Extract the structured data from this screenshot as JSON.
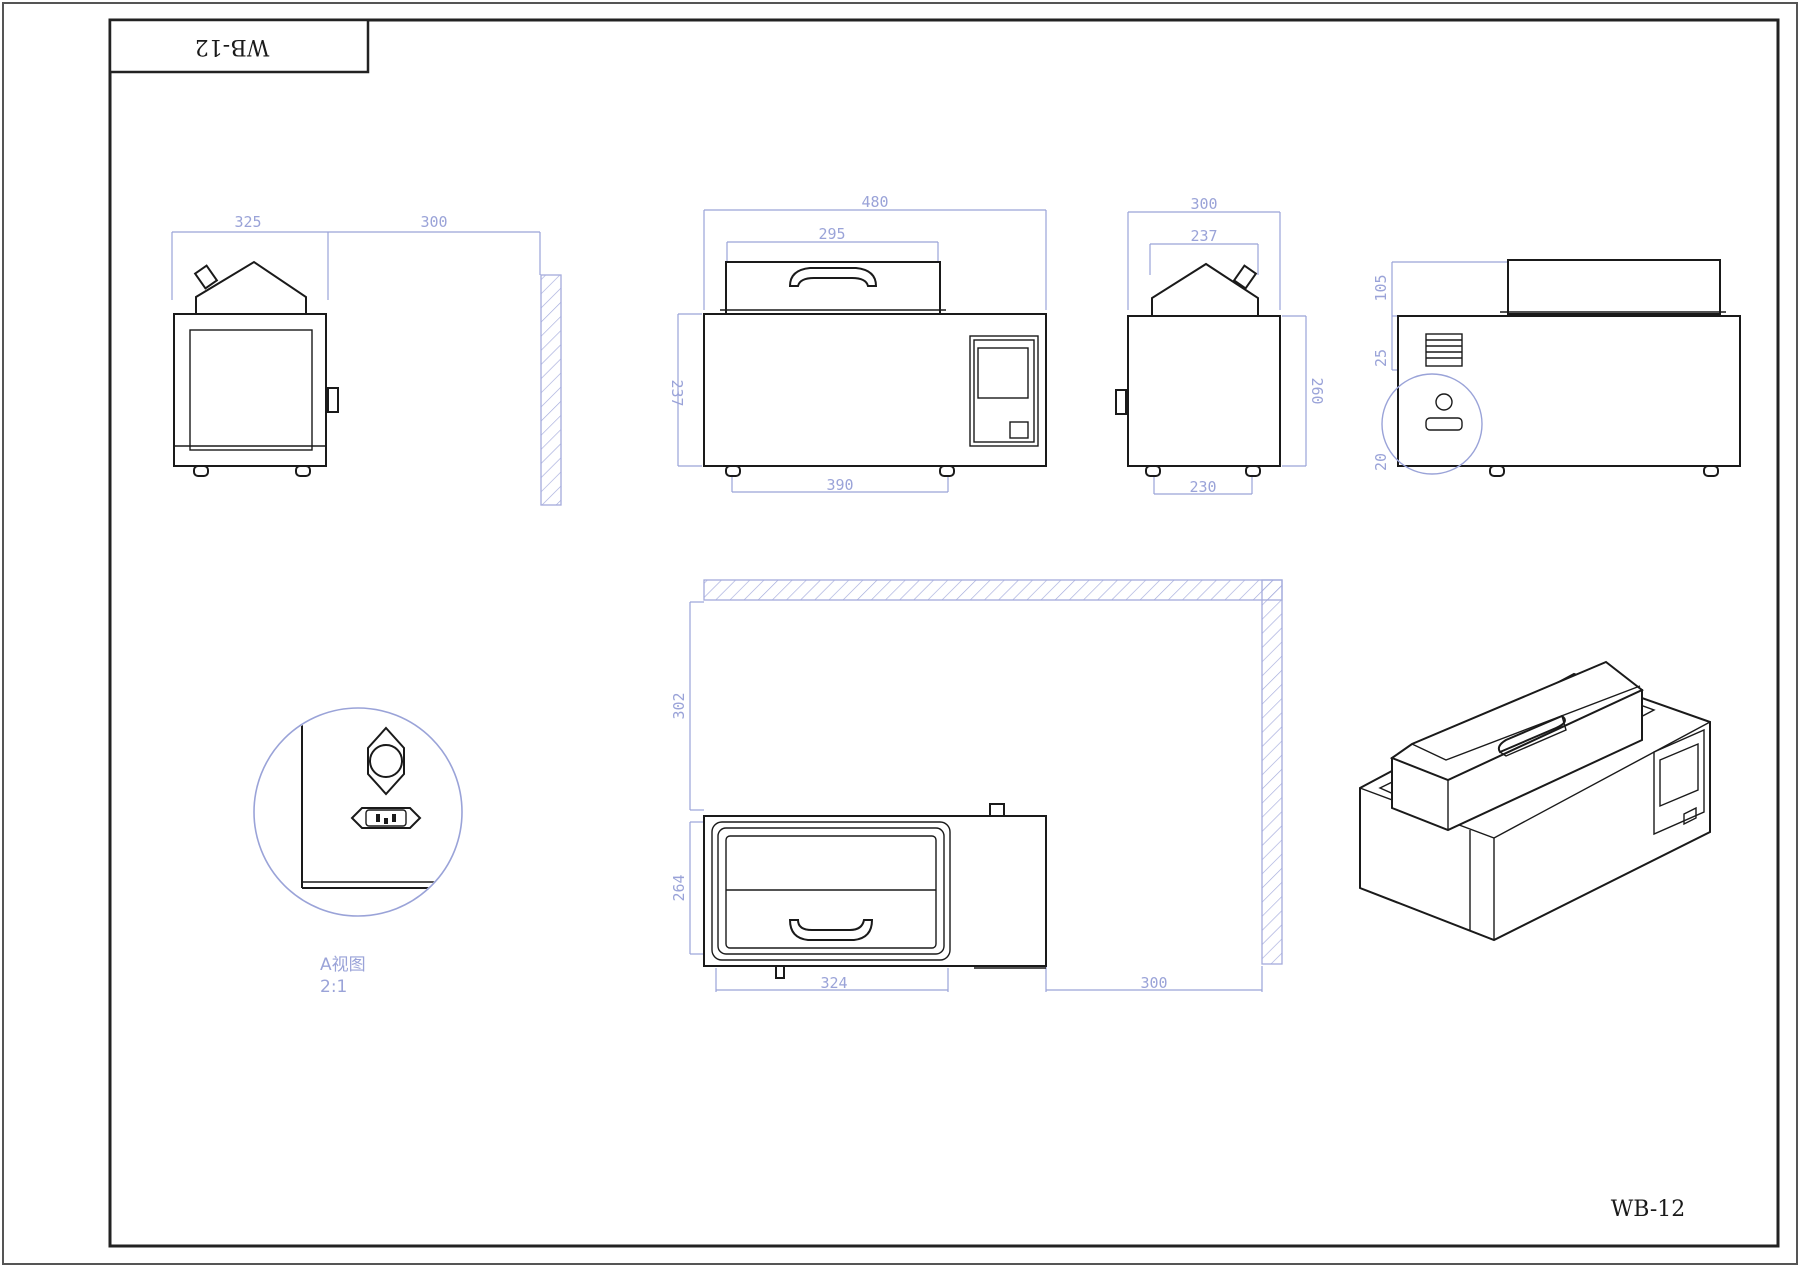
{
  "drawing": {
    "title_block_text": "WB-12",
    "corner_label": "WB-12",
    "detail_caption_line1": "A视图",
    "detail_caption_line2": "2:1"
  },
  "dimensions": {
    "left_view_width": "325",
    "left_view_clearance": "300",
    "front_total_width": "480",
    "front_lid_width": "295",
    "front_height": "237",
    "front_base_width": "390",
    "side_total_width": "300",
    "side_lid_width": "237",
    "side_height": "260",
    "side_base_width": "230",
    "right_lid_height": "105",
    "right_vent_height": "25",
    "right_small": "20",
    "top_clearance_depth": "302",
    "top_depth": "264",
    "top_basin_width": "324",
    "top_side_clearance": "300"
  },
  "colors": {
    "ink": "#1a1a1a",
    "dimension": "#9aa3d8",
    "frame": "#222222"
  }
}
